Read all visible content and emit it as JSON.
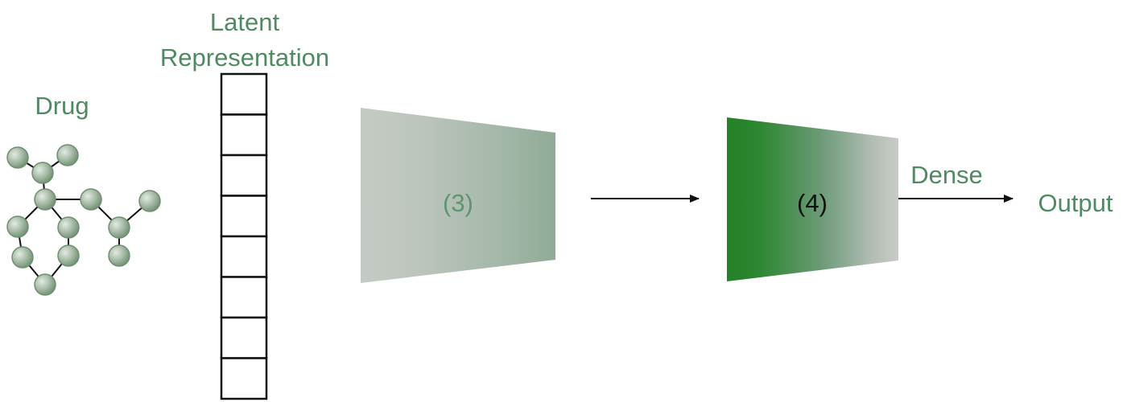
{
  "labels": {
    "drug": "Drug",
    "latent_line1": "Latent",
    "latent_line2": "Representation",
    "block_3": "(3)",
    "block_4": "(4)",
    "dense": "Dense",
    "output": "Output"
  },
  "colors": {
    "label_green": "#4f8a63",
    "node_fill": "#9fb49f",
    "node_stroke": "#6f8f72",
    "block3_light": "#c4cbc4",
    "block3_dark": "#8fab97",
    "block4_dark": "#238126",
    "block4_light": "#c8ccc8",
    "line": "#111111"
  },
  "latent_vector": {
    "cell_count": 8
  }
}
